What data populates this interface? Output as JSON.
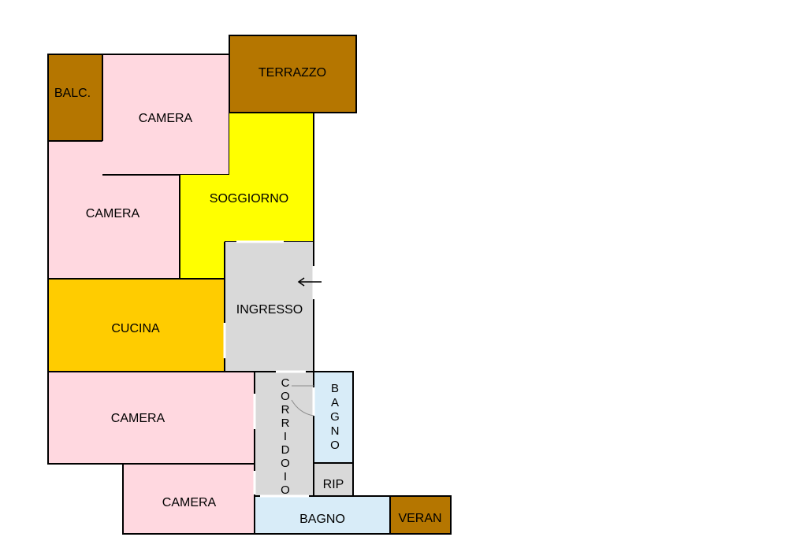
{
  "colors": {
    "camera": "#ffd8e0",
    "terrazzo": "#b57600",
    "soggiorno": "#ffff00",
    "cucina": "#ffcc00",
    "ingresso": "#d9d9d9",
    "bagno": "#d8ecf8",
    "wall": "#000000"
  },
  "rooms": {
    "balcone": "BALC.",
    "camera_1": "CAMERA",
    "terrazzo": "TERRAZZO",
    "camera_2": "CAMERA",
    "soggiorno": "SOGGIORNO",
    "cucina": "CUCINA",
    "ingresso": "INGRESSO",
    "camera_3": "CAMERA",
    "corridoio": [
      "C",
      "O",
      "R",
      "R",
      "I",
      "D",
      "O",
      "I",
      "O"
    ],
    "bagno_1": [
      "B",
      "A",
      "G",
      "N",
      "O"
    ],
    "ripostiglio": "RIP",
    "camera_4": "CAMERA",
    "bagno_2": "BAGNO",
    "veranda": "VERAN"
  },
  "icons": {
    "entrance": "arrow-left-icon",
    "door_swing": "door-swing-icon"
  }
}
